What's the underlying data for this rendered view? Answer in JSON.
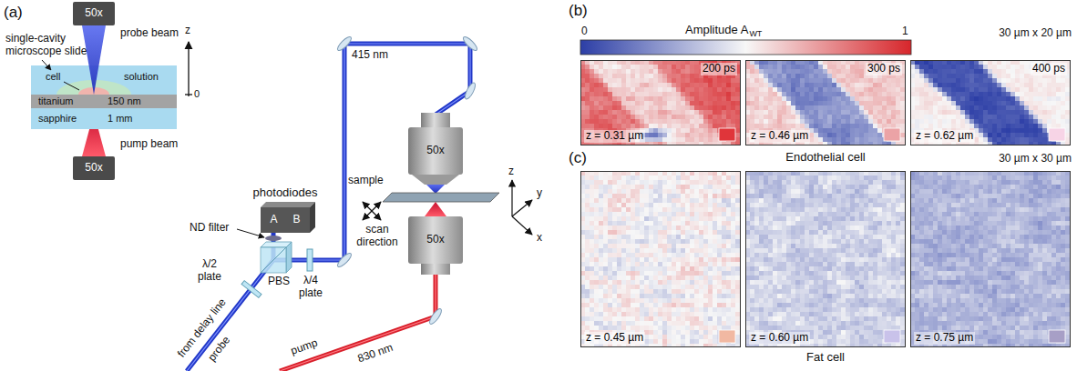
{
  "diagram": {
    "nodes": [
      {
        "text": [
          "50x"
        ]
      },
      {
        "text": [
          "titanium",
          "150 nm"
        ]
      },
      {
        "text": [
          "sapphire",
          "1 mm"
        ]
      },
      {
        "text": [
          "50x"
        ]
      },
      {
        "text": [
          "photodiodes",
          "A",
          "B"
        ]
      },
      {
        "text": [
          "50x"
        ]
      },
      {
        "text": [
          "50x"
        ]
      },
      {
        "text": [
          "200 ps",
          "z = 0.31 µm"
        ]
      },
      {
        "text": [
          "300 ps",
          "z = 0.46 µm"
        ]
      },
      {
        "text": [
          "400 ps",
          "z = 0.62 µm"
        ]
      },
      {
        "text": [
          "z = 0.45 µm"
        ]
      },
      {
        "text": [
          "z = 0.60 µm"
        ]
      },
      {
        "text": [
          "z = 0.75 µm"
        ]
      }
    ],
    "labels": [
      "(a)",
      "single-cavity microscope slide",
      "cell",
      "solution",
      "probe beam",
      "pump beam",
      "z",
      "0",
      "415 nm",
      "ND filter",
      "λ/2 plate",
      "PBS",
      "λ/4 plate",
      "from delay line",
      "probe",
      "pump",
      "830 nm",
      "sample",
      "scan direction",
      "z",
      "y",
      "x",
      "(b)",
      "0",
      "Amplitude A",
      "WT",
      "1",
      "30 µm x 20 µm",
      "Endothelial cell",
      "(c)",
      "30 µm x 30 µm",
      "Fat cell"
    ]
  }
}
